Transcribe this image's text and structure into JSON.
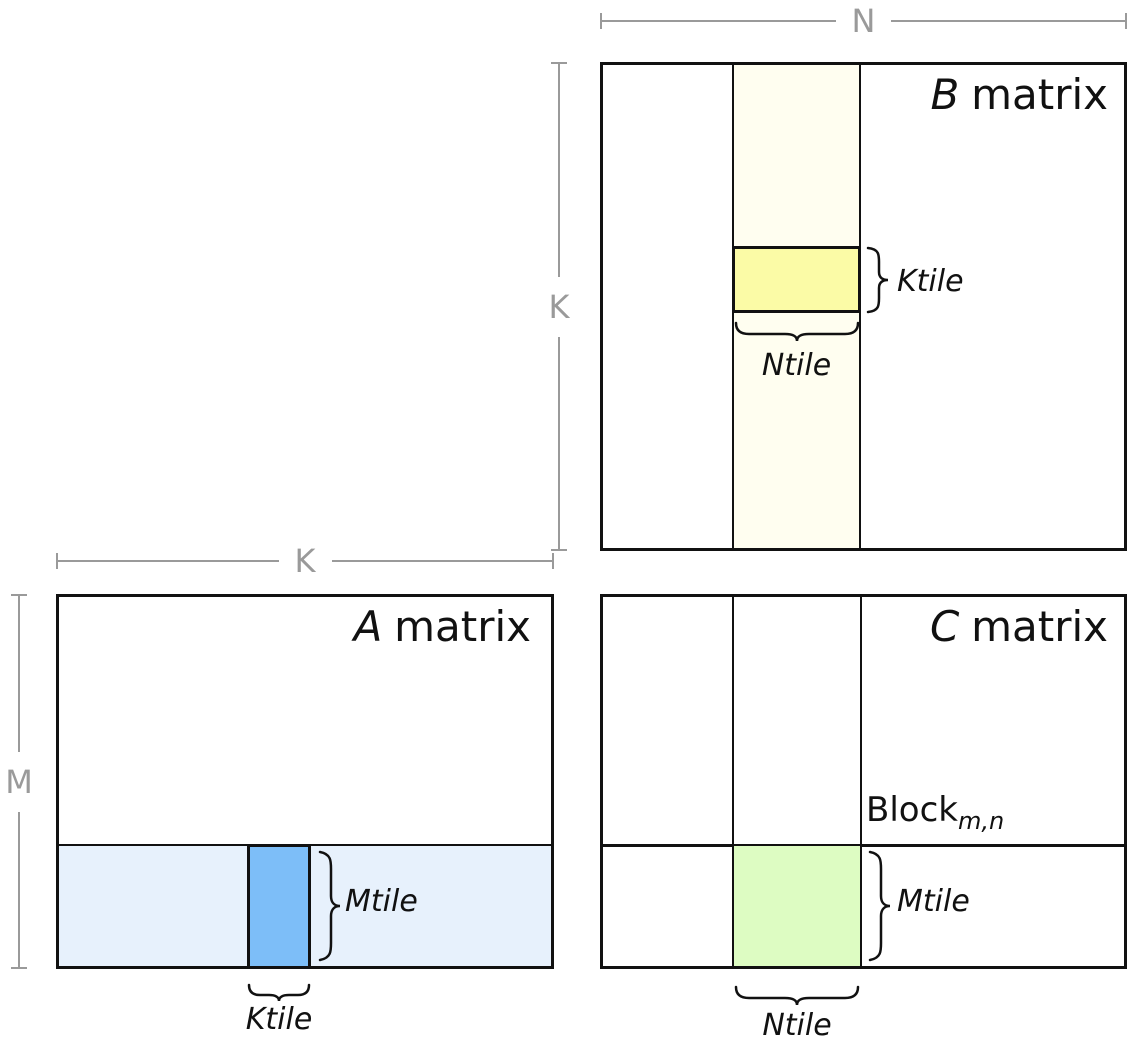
{
  "colors": {
    "ink": "#111111",
    "dim_gray": "#9a9a9a",
    "strip_ivory": "#fffef0",
    "tile_yellow": "#fbfba6",
    "strip_lightblue": "#e7f1fc",
    "tile_blue": "#7dbef8",
    "tile_green": "#ddfcc2"
  },
  "dimensions": {
    "n": "N",
    "k_right": "K",
    "k_left": "K",
    "m": "M"
  },
  "b_matrix": {
    "title_letter": "B",
    "title_rest": "matrix",
    "ktile_label": "Ktile",
    "ntile_label": "Ntile"
  },
  "a_matrix": {
    "title_letter": "A",
    "title_rest": "matrix",
    "mtile_label": "Mtile",
    "ktile_label": "Ktile"
  },
  "c_matrix": {
    "title_letter": "C",
    "title_rest": "matrix",
    "block_base": "Block",
    "block_sub": "m,n",
    "mtile_label": "Mtile",
    "ntile_label": "Ntile"
  }
}
